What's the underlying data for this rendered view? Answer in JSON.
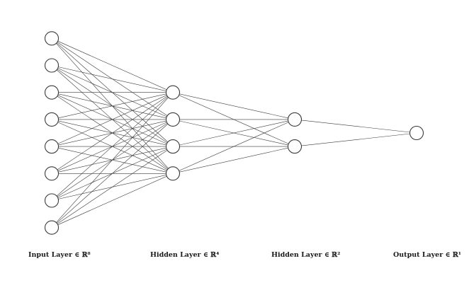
{
  "diagram": {
    "type": "neural-network",
    "layers": [
      {
        "label": "Input Layer ∈ ℝ⁸",
        "neurons": 8
      },
      {
        "label": "Hidden Layer ∈ ℝ⁴",
        "neurons": 4
      },
      {
        "label": "Hidden Layer ∈ ℝ²",
        "neurons": 2
      },
      {
        "label": "Output Layer ∈ ℝ¹",
        "neurons": 1
      }
    ],
    "connections": "fully-connected",
    "colors": {
      "stroke": "#3a3a3a",
      "node_fill": "#ffffff",
      "background": "#ffffff"
    }
  }
}
